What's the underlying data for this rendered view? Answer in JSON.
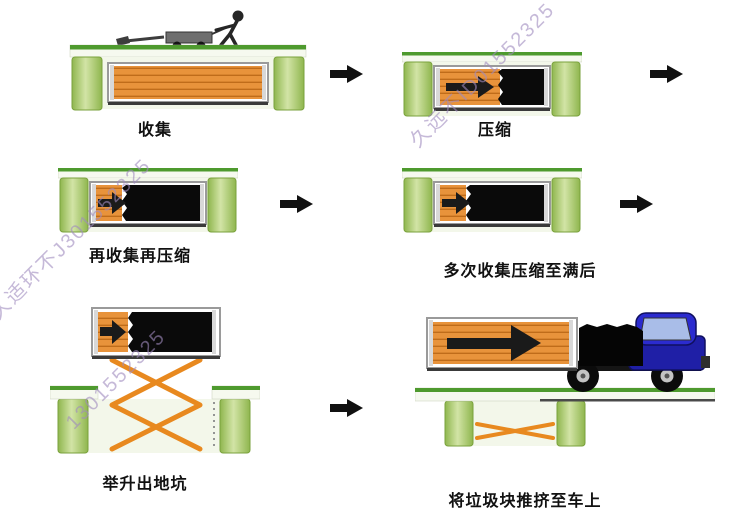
{
  "steps": [
    {
      "label": "收集"
    },
    {
      "label": "压缩"
    },
    {
      "label": "再收集再压缩"
    },
    {
      "label": "多次收集压缩至满后"
    },
    {
      "label": "举升出地坑"
    },
    {
      "label": "将垃圾块推挤至车上"
    }
  ],
  "watermarks": [
    {
      "text": "久远不ID01552325"
    },
    {
      "text": "久适环不J301552325"
    },
    {
      "text": "1301552325"
    }
  ],
  "colors": {
    "grass_green": "#4e9a2e",
    "pit_wall_green": "#a9c86a",
    "container_orange": "#e8933b",
    "container_slat_dark": "#bf6c1a",
    "compacted_waste_black": "#0a0a0a",
    "lift_orange": "#e8891f",
    "truck_blue": "#2323b0",
    "flow_arrow_black": "#111111",
    "watermark_purple": "#a08bbf"
  }
}
